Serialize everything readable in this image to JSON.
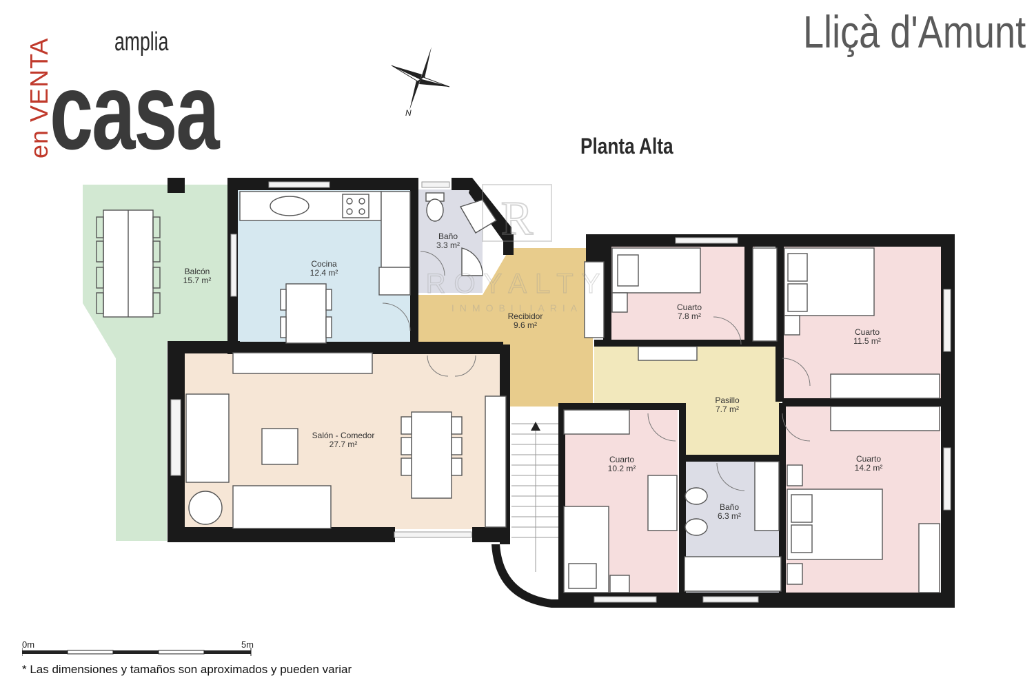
{
  "branding": {
    "en_venta": "en VENTA",
    "amplia": "amplia",
    "casa": "casa"
  },
  "town": "Lliçà d'Amunt",
  "floor_title": "Planta Alta",
  "compass_label": "N",
  "watermark": {
    "brand": "ROYALTY",
    "sub": "INMOBILIARIA",
    "monogram": "R"
  },
  "rooms": [
    {
      "id": "balcon",
      "name": "Balcón",
      "area": "15.7 m²"
    },
    {
      "id": "cocina",
      "name": "Cocina",
      "area": "12.4 m²"
    },
    {
      "id": "bano1",
      "name": "Baño",
      "area": "3.3 m²"
    },
    {
      "id": "recibidor",
      "name": "Recibidor",
      "area": "9.6 m²"
    },
    {
      "id": "cuarto1",
      "name": "Cuarto",
      "area": "7.8 m²"
    },
    {
      "id": "cuarto2",
      "name": "Cuarto",
      "area": "11.5 m²"
    },
    {
      "id": "salon",
      "name": "Salón - Comedor",
      "area": "27.7 m²"
    },
    {
      "id": "pasillo",
      "name": "Pasillo",
      "area": "7.7 m²"
    },
    {
      "id": "cuarto3",
      "name": "Cuarto",
      "area": "10.2 m²"
    },
    {
      "id": "bano2",
      "name": "Baño",
      "area": "6.3 m²"
    },
    {
      "id": "cuarto4",
      "name": "Cuarto",
      "area": "14.2 m²"
    }
  ],
  "scale": {
    "start": "0m",
    "end": "5m"
  },
  "note": "* Las dimensiones y tamaños son aproximados y pueden variar",
  "colors": {
    "balcon": "#d2e8d2",
    "cocina": "#d6e8f0",
    "bano": "#dcdde6",
    "recibidor": "#e8cc8c",
    "cuarto": "#f6dede",
    "salon": "#f6e6d6",
    "pasillo": "#f2e8bc",
    "wall": "#1a1a1a",
    "venta": "#c0392b"
  }
}
